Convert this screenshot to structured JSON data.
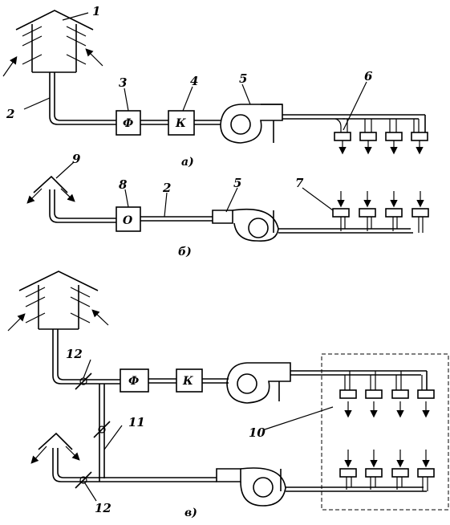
{
  "labels": {
    "n1": "1",
    "n2": "2",
    "n3": "3",
    "n4": "4",
    "n5": "5",
    "n6": "6",
    "n7": "7",
    "n8": "8",
    "n9": "9",
    "n10": "10",
    "n11": "11",
    "n12": "12"
  },
  "scheme_a": {
    "filter": "Ф",
    "heater": "К"
  },
  "scheme_b": {
    "cleaner": "О"
  },
  "scheme_v": {
    "filter": "Ф",
    "heater": "К"
  },
  "captions": {
    "a": "а)",
    "b": "б)",
    "v": "в)"
  }
}
